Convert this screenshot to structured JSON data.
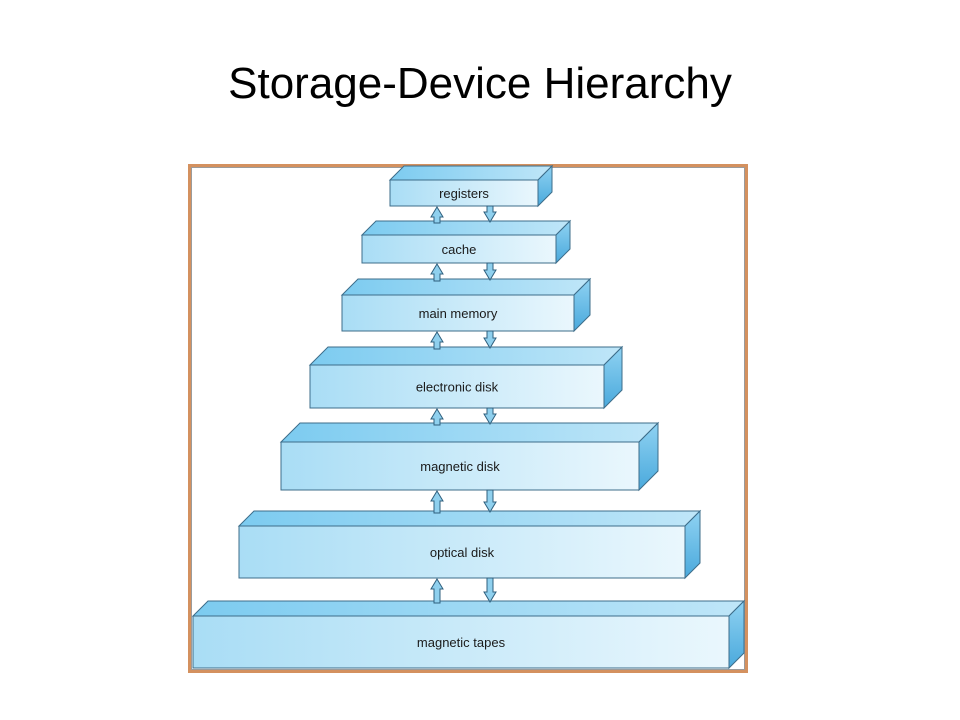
{
  "slide": {
    "title": "Storage-Device Hierarchy"
  },
  "diagram": {
    "levels": [
      {
        "label": "registers"
      },
      {
        "label": "cache"
      },
      {
        "label": "main memory"
      },
      {
        "label": "electronic disk"
      },
      {
        "label": "magnetic disk"
      },
      {
        "label": "optical disk"
      },
      {
        "label": "magnetic tapes"
      }
    ],
    "colors": {
      "frame": "#d4915f",
      "block_front_left": "#a9ddf5",
      "block_front_right": "#eaf7fd",
      "block_top": "#7ccbf0",
      "block_side": "#5fb6e3",
      "block_stroke": "#3d6d8a",
      "arrow_fill": "#8fd0ee",
      "arrow_stroke": "#2f5f7d"
    }
  }
}
